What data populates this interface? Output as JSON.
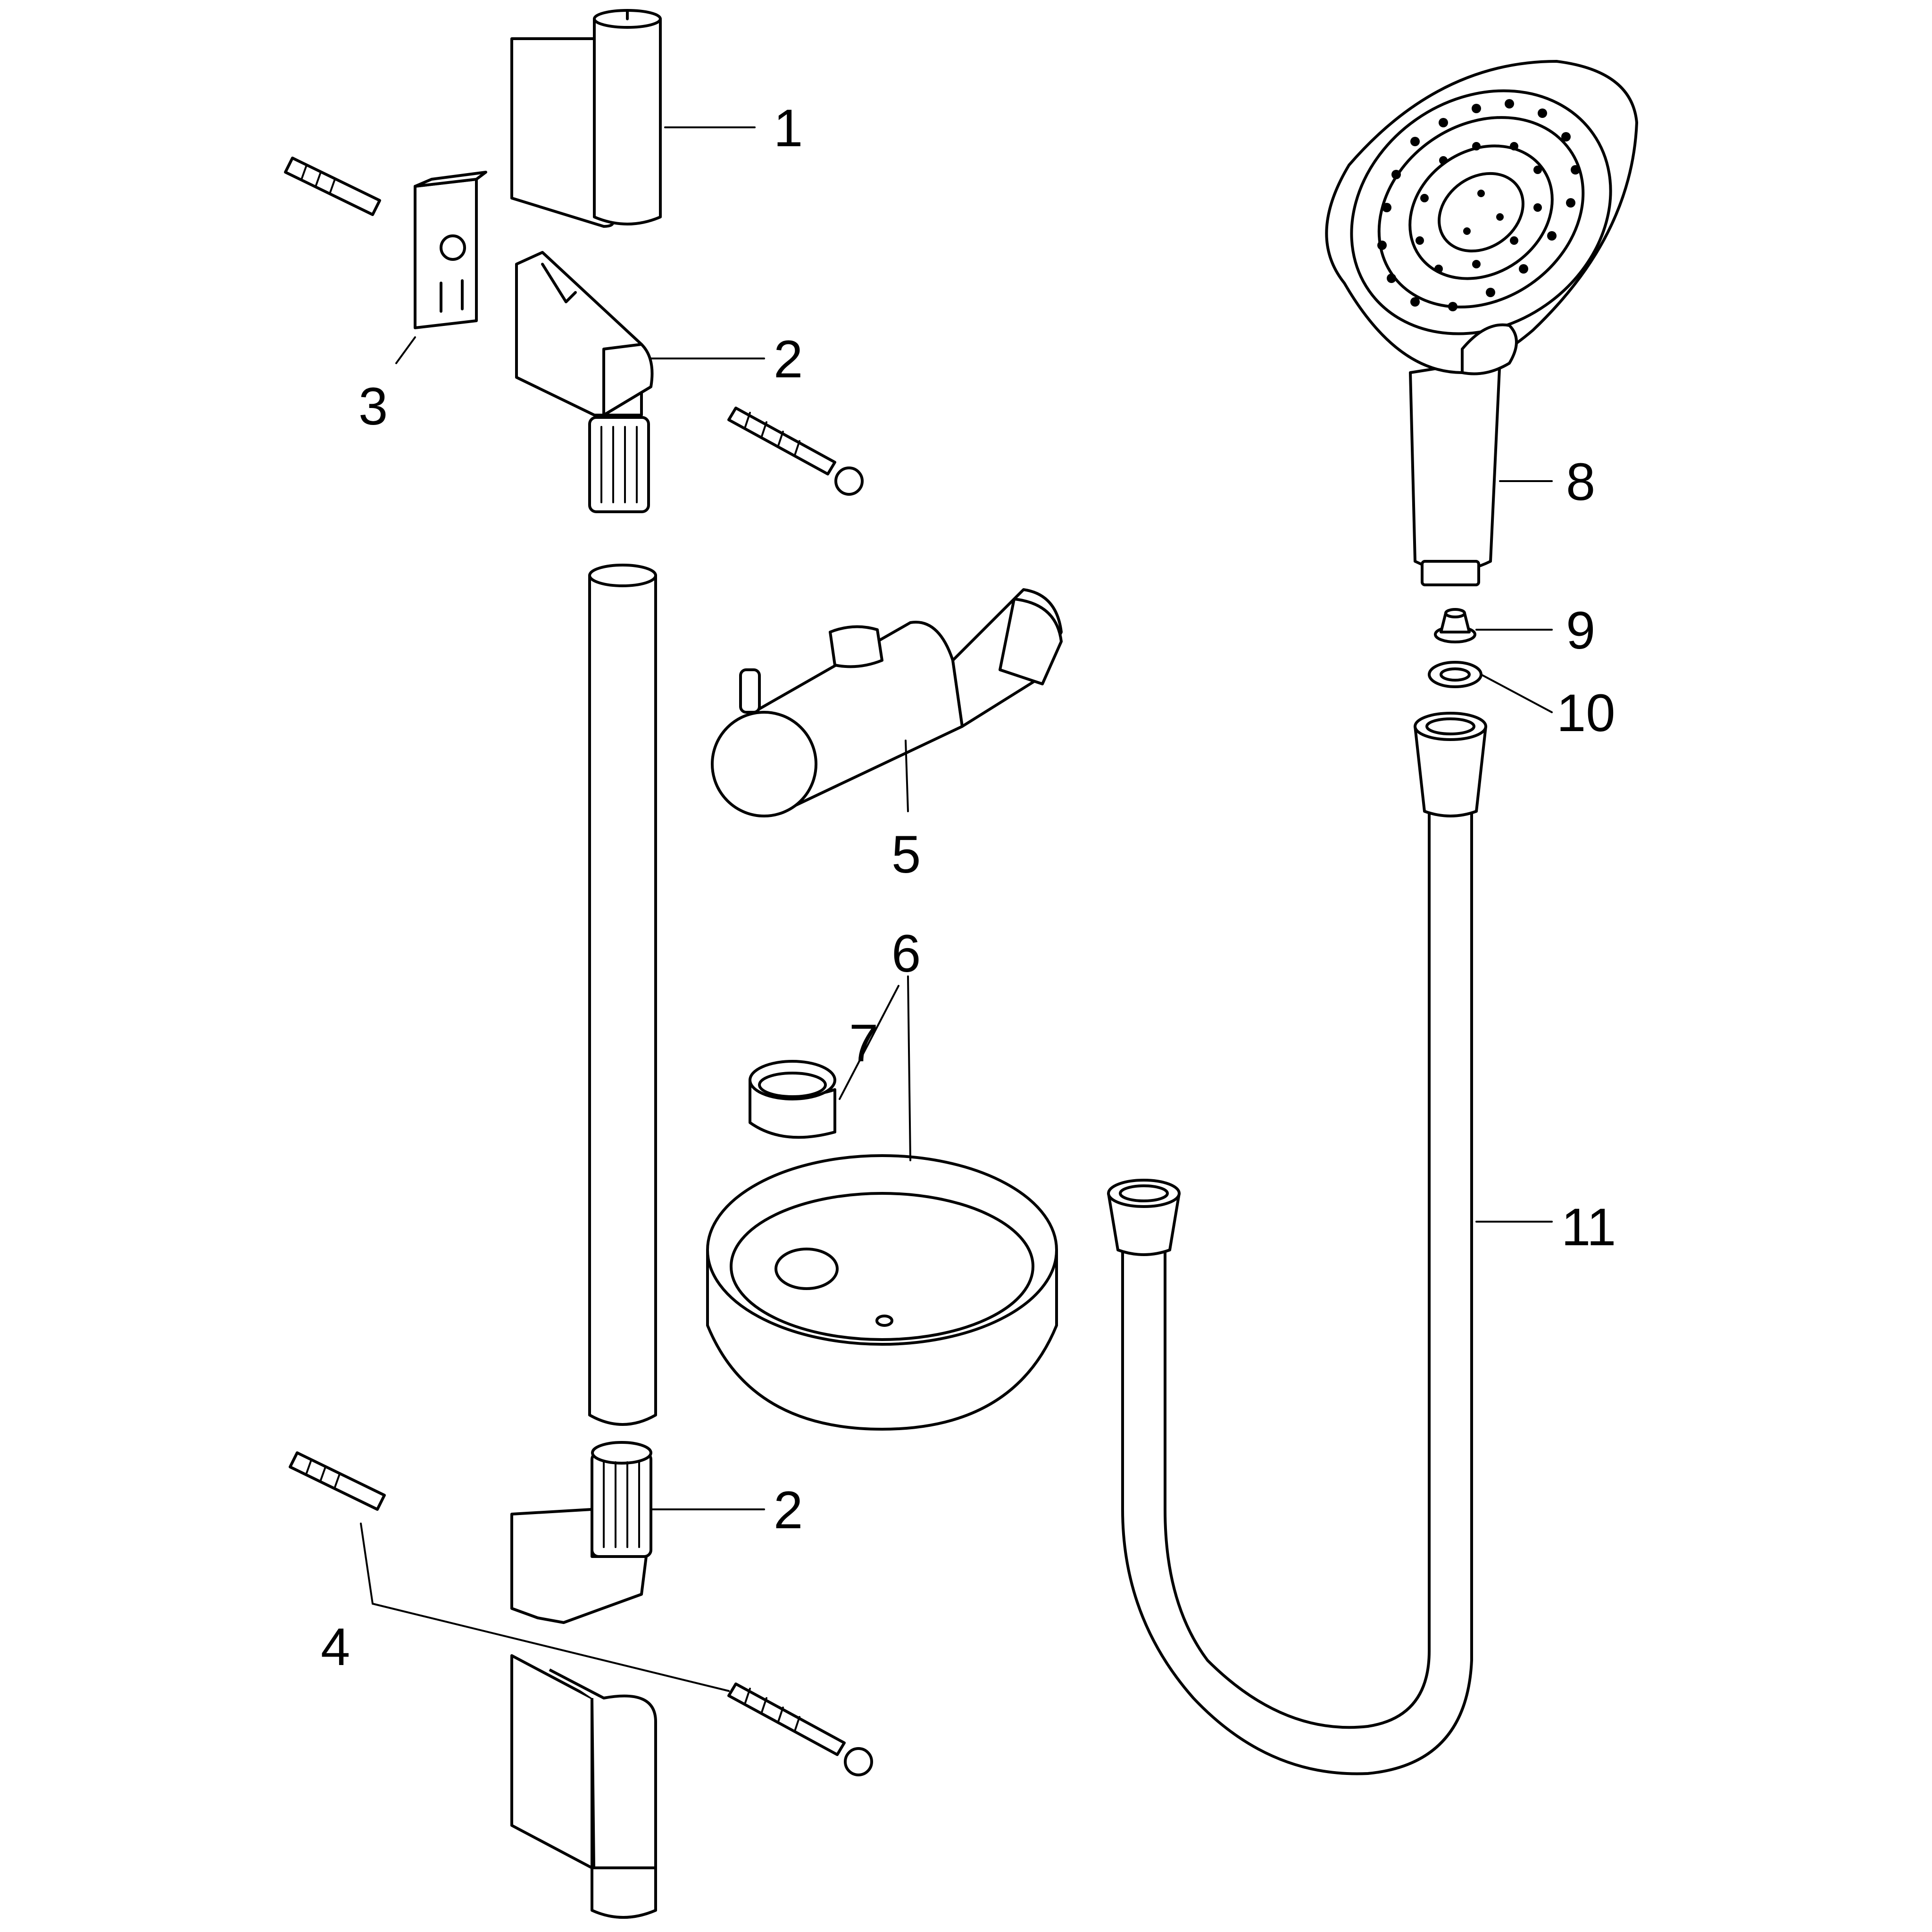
{
  "callouts": [
    "1",
    "2",
    "3",
    "2",
    "4",
    "5",
    "6",
    "7",
    "8",
    "9",
    "10",
    "11"
  ],
  "colors": {
    "line": "#000000",
    "background": "#ffffff"
  }
}
